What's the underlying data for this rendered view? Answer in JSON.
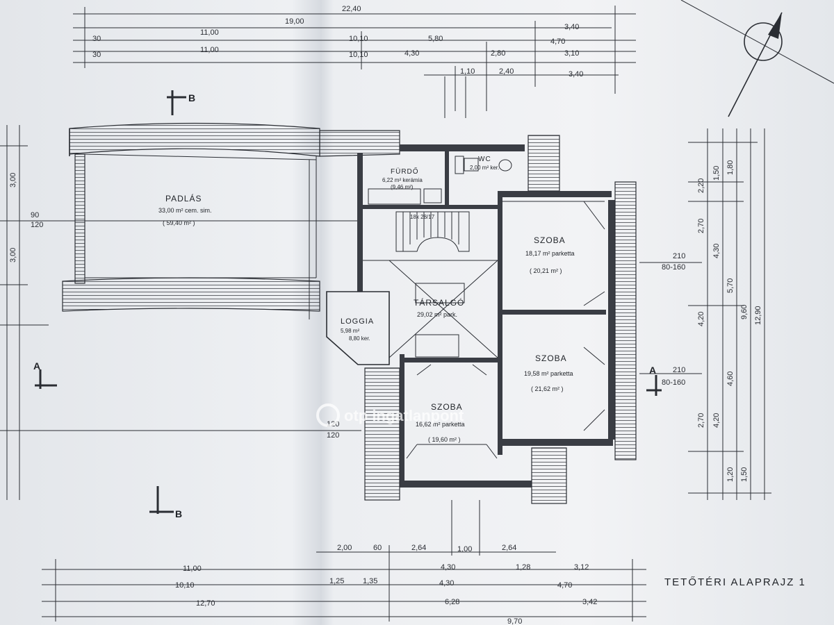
{
  "rooms": {
    "padlas": {
      "name": "PADLÁS",
      "area": "33,00 m² cem. sim.",
      "sub": "( 59,40 m² )"
    },
    "furdo": {
      "name": "FÜRDŐ",
      "area": "6,22 m² kerámia",
      "sub": "(9,46 m²)"
    },
    "wc": {
      "name": "WC",
      "area": "2,00 m² ker."
    },
    "szoba1": {
      "name": "SZOBA",
      "area": "18,17 m² parketta",
      "sub": "( 20,21 m² )"
    },
    "szoba2": {
      "name": "SZOBA",
      "area": "19,58 m² parketta",
      "sub": "( 21,62 m² )"
    },
    "szoba3": {
      "name": "SZOBA",
      "area": "16,62 m² parketta",
      "sub": "( 19,60 m² )"
    },
    "tarsalgo": {
      "name": "TÁRSALGÓ",
      "area": "29,02 m² park."
    },
    "loggia": {
      "name": "LOGGIA",
      "area": "5,98 m²",
      "sub": "8,80 ker."
    }
  },
  "stair_label": "18x 28/17",
  "section_marks": {
    "b_top": "B",
    "b_bottom": "B",
    "a_left": "A",
    "a_right": "A"
  },
  "dims_top": {
    "d1": "22,40",
    "d2": "19,00",
    "d3": "11,00",
    "d4": "11,00",
    "d5": "3,40",
    "d6": "5,80",
    "d7": "4,70",
    "d8": "4,30",
    "d9": "2,80",
    "d10": "3,10",
    "d11": "1,10",
    "d12": "2,40",
    "d13": "3,40",
    "d14": "30",
    "d15": "30",
    "d16": "10,10",
    "d17": "10,10"
  },
  "dims_bottom": {
    "b1": "11,00",
    "b2": "2,00",
    "b3": "60",
    "b4": "2,64",
    "b5": "1,00",
    "b6": "2,64",
    "b7": "10,10",
    "b8": "4,30",
    "b9": "1,28",
    "b10": "3,12",
    "b11": "1,25",
    "b12": "1,35",
    "b13": "4,30",
    "b14": "4,70",
    "b15": "12,70",
    "b16": "6,28",
    "b17": "3,42",
    "b18": "9,70"
  },
  "dims_right": {
    "r1": "2,20",
    "r2": "1,50",
    "r3": "1,80",
    "r4": "2,70",
    "r5": "4,30",
    "r6": "5,70",
    "r7": "4,20",
    "r8": "9,60",
    "r9": "12,90",
    "r10": "4,60",
    "r11": "2,70",
    "r12": "4,20",
    "r13": "1,20",
    "r14": "1,50",
    "r15": "210",
    "r16": "80-160",
    "r17": "210",
    "r18": "80-160"
  },
  "dims_left": {
    "l1": "3,00",
    "l2": "3,00",
    "l3": "90",
    "l4": "120",
    "l5": "120",
    "l6": "120"
  },
  "title": "TETŐTÉRI   ALAPRAJZ  1",
  "watermark": "otp ingatlanpont"
}
